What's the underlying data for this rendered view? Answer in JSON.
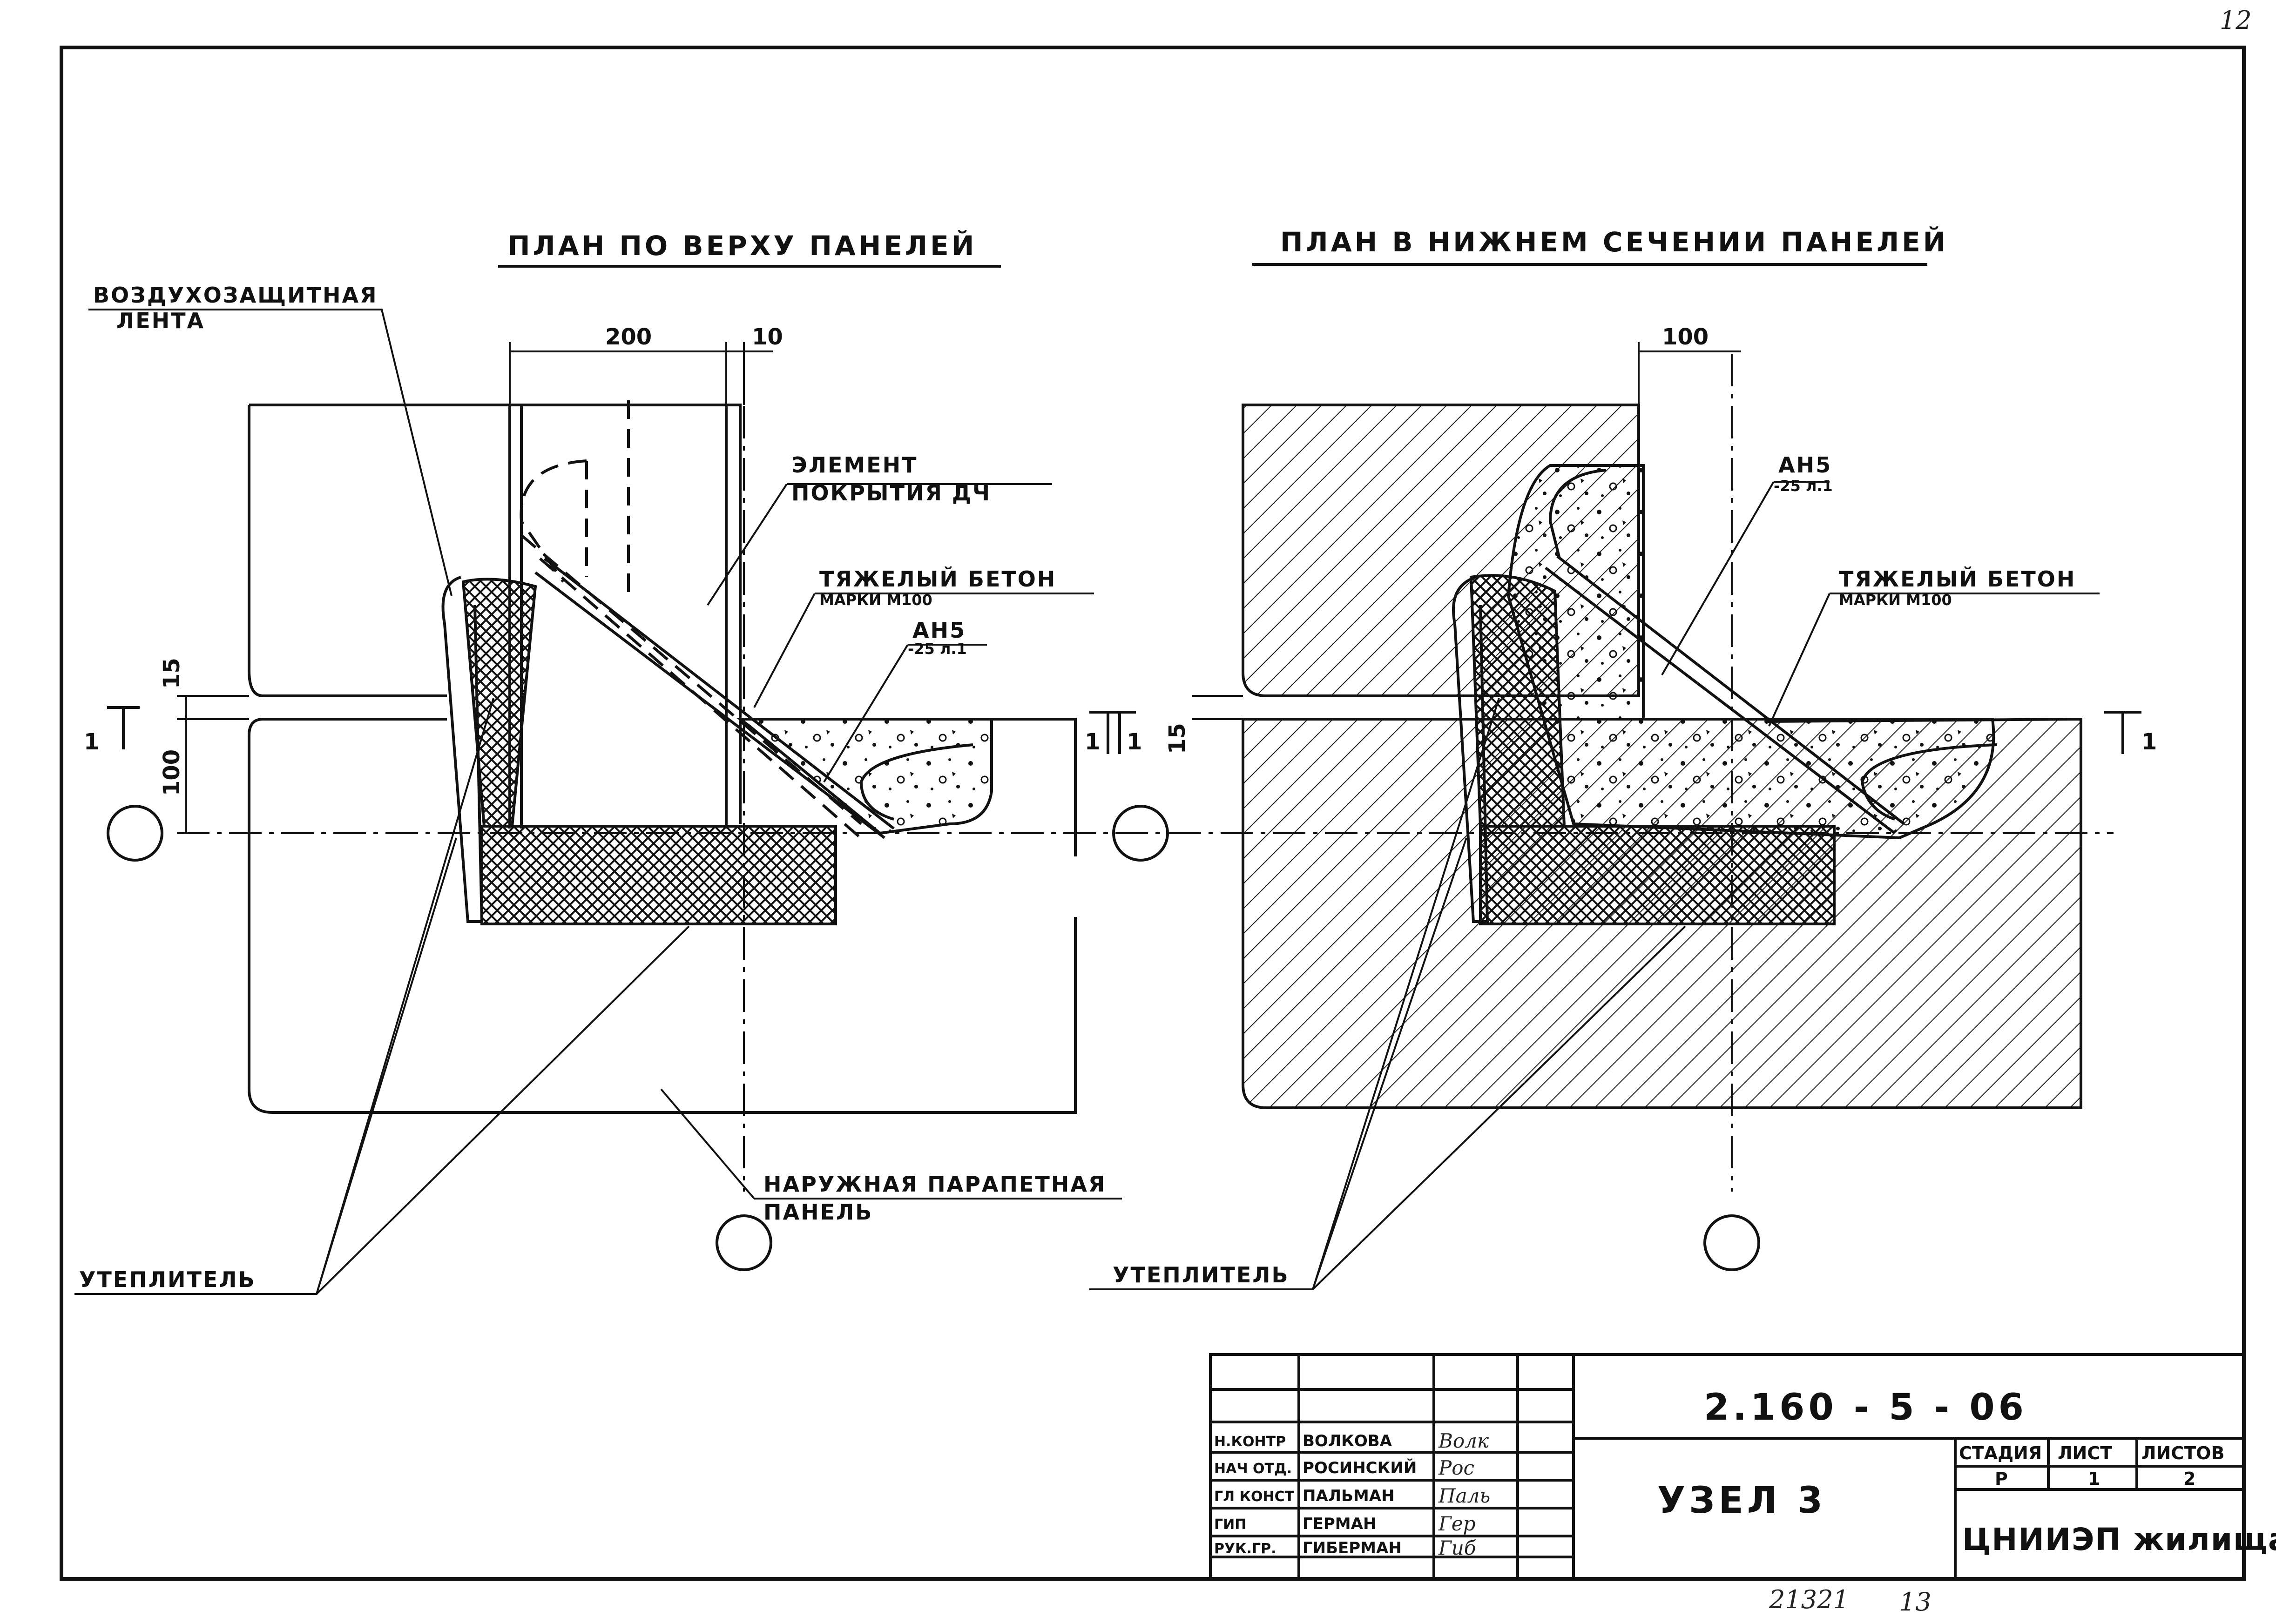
{
  "sheet": {
    "page_number": "12",
    "footer_numbers": [
      "21321",
      "13"
    ]
  },
  "left_view": {
    "title": "ПЛАН ПО ВЕРХУ ПАНЕЛЕЙ",
    "dim_200": "200",
    "dim_10": "10",
    "dim_15": "15",
    "dim_100": "100",
    "section_mark": "1",
    "labels": {
      "air_tape_1": "ВОЗДУХОЗАЩИТНАЯ",
      "air_tape_2": "ЛЕНТА",
      "element_1": "ЭЛЕМЕНТ",
      "element_2": "ПОКРЫТИЯ ДЧ",
      "concrete_1": "ТЯЖЕЛЫЙ БЕТОН",
      "concrete_2": "МАРКИ М100",
      "rebar_1": "АН5",
      "rebar_2": "-25 л.1",
      "parapet_1": "НАРУЖНАЯ ПАРАПЕТНАЯ",
      "parapet_2": "ПАНЕЛЬ",
      "insulation": "УТЕПЛИТЕЛЬ"
    }
  },
  "right_view": {
    "title": "ПЛАН В НИЖНЕМ СЕЧЕНИИ ПАНЕЛЕЙ",
    "dim_100": "100",
    "dim_15": "15",
    "section_mark": "1",
    "labels": {
      "rebar_1": "АН5",
      "rebar_2": "-25 л.1",
      "concrete_1": "ТЯЖЕЛЫЙ БЕТОН",
      "concrete_2": "МАРКИ М100",
      "insulation": "УТЕПЛИТЕЛЬ"
    }
  },
  "title_block": {
    "doc_code": "2.160 - 5 - 06",
    "node_name": "УЗЕЛ 3",
    "stage_header": "СТАДИЯ",
    "sheet_header": "ЛИСТ",
    "sheets_header": "ЛИСТОВ",
    "stage": "Р",
    "sheet": "1",
    "sheets": "2",
    "org": "ЦНИИЭП жилища",
    "staff": [
      {
        "role": "Н.КОНТР",
        "name": "ВОЛКОВА",
        "sign": "Волк"
      },
      {
        "role": "НАЧ ОТД.",
        "name": "РОСИНСКИЙ",
        "sign": "Рос"
      },
      {
        "role": "ГЛ КОНСТ",
        "name": "ПАЛЬМАН",
        "sign": "Паль"
      },
      {
        "role": "ГИП",
        "name": "ГЕРМАН",
        "sign": "Гер"
      },
      {
        "role": "РУК.ГР.",
        "name": "ГИБЕРМАН",
        "sign": "Гиб"
      }
    ]
  }
}
